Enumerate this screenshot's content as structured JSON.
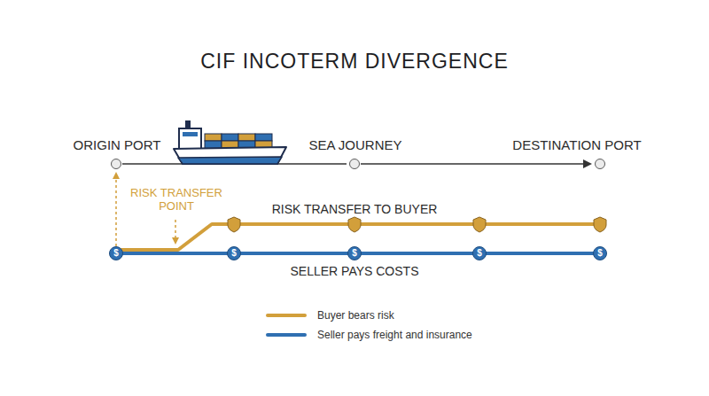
{
  "diagram": {
    "title": "CIF INCOTERM DIVERGENCE",
    "nodes": [
      {
        "text": [
          "ORIGIN PORT"
        ]
      },
      {
        "text": [
          "SEA JOURNEY"
        ]
      },
      {
        "text": [
          "DESTINATION PORT"
        ]
      }
    ],
    "edges": [
      {
        "from": 0,
        "to": 1,
        "arrow": "none"
      },
      {
        "from": 1,
        "to": 2,
        "arrow": "to"
      }
    ],
    "labels": [
      "RISK TRANSFER POINT",
      "RISK TRANSFER TO BUYER",
      "SELLER PAYS COSTS",
      "$",
      "$",
      "$",
      "$",
      "$"
    ],
    "legend": [
      {
        "text": "Buyer bears risk",
        "color": "#d29f3b"
      },
      {
        "text": "Seller pays freight and insurance",
        "color": "#2f6fb1"
      }
    ]
  }
}
